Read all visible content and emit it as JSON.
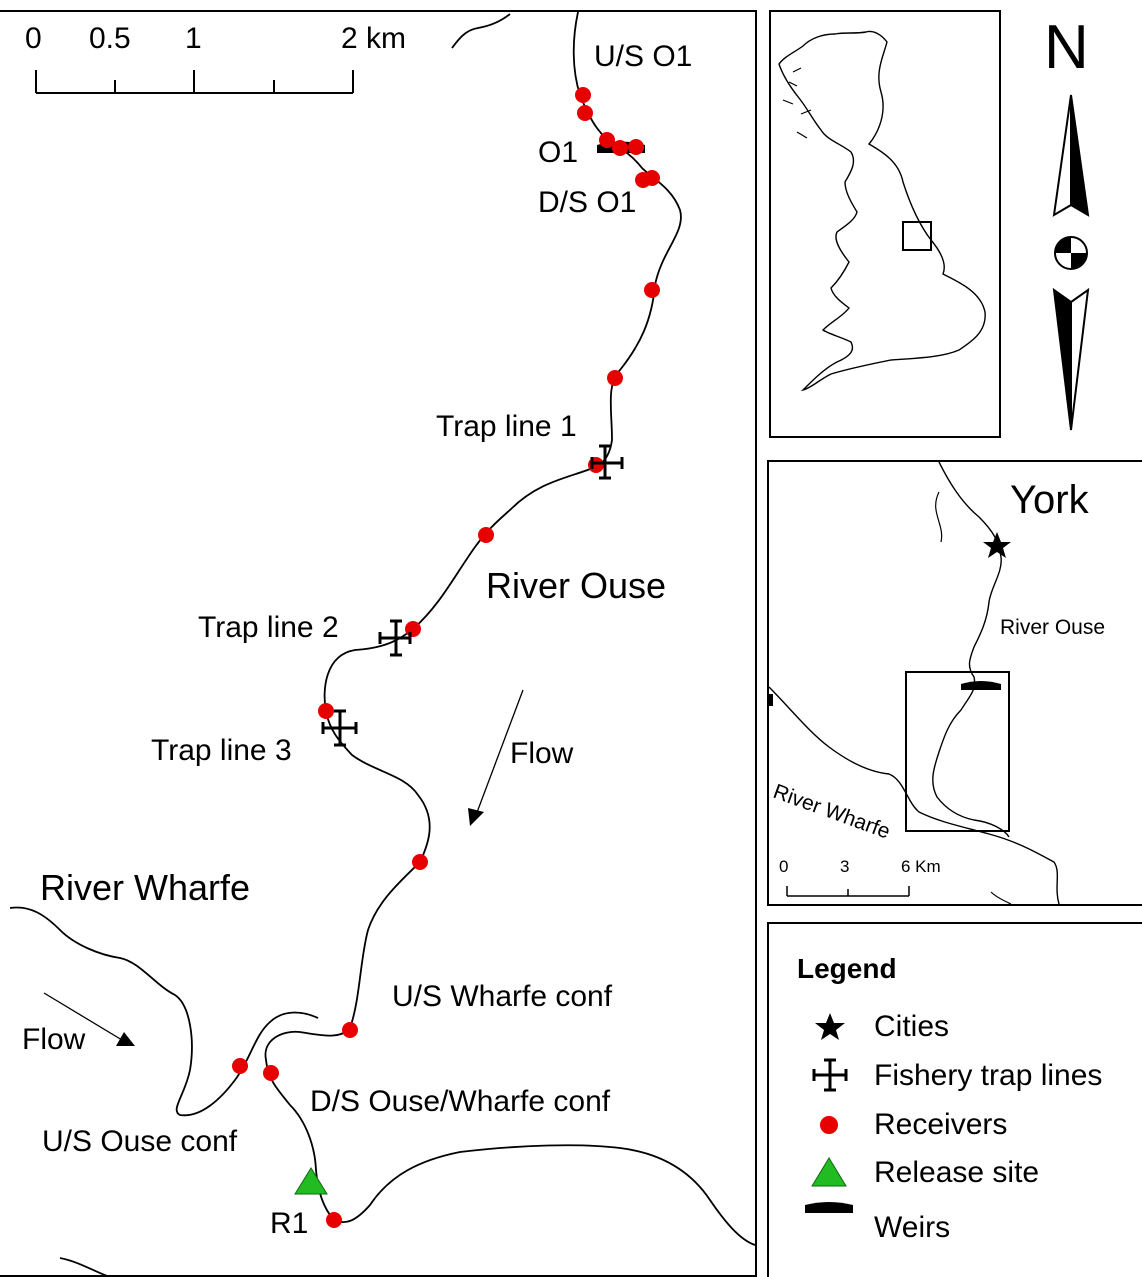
{
  "main_map": {
    "scale_bar": {
      "ticks": [
        "0",
        "0.5",
        "1",
        "2 km"
      ]
    },
    "labels": {
      "us_o1": "U/S O1",
      "o1": "O1",
      "ds_o1": "D/S O1",
      "trap_line_1": "Trap line 1",
      "trap_line_2": "Trap line 2",
      "trap_line_3": "Trap line 3",
      "river_ouse": "River Ouse",
      "river_wharfe": "River Wharfe",
      "flow_ouse": "Flow",
      "flow_wharfe": "Flow",
      "us_wharfe_conf": "U/S Wharfe conf",
      "ds_ouse_wharfe_conf": "D/S Ouse/Wharfe conf",
      "us_ouse_conf": "U/S Ouse conf",
      "r1": "R1"
    }
  },
  "north_arrow": {
    "letter": "N"
  },
  "inset_regional": {
    "city": "York",
    "river_ouse": "River Ouse",
    "river_wharfe": "River Wharfe",
    "scale_ticks": [
      "0",
      "3",
      "6 Km"
    ]
  },
  "legend": {
    "title": "Legend",
    "items": [
      {
        "icon": "star-icon",
        "label": "Cities"
      },
      {
        "icon": "trap-line-icon",
        "label": "Fishery trap lines"
      },
      {
        "icon": "receiver-icon",
        "label": "Receivers"
      },
      {
        "icon": "release-site-icon",
        "label": "Release site"
      },
      {
        "icon": "weir-icon",
        "label": "Weirs"
      }
    ]
  },
  "colors": {
    "receiver": "#e60000",
    "release_site": "#22aa22",
    "line": "#000000"
  }
}
